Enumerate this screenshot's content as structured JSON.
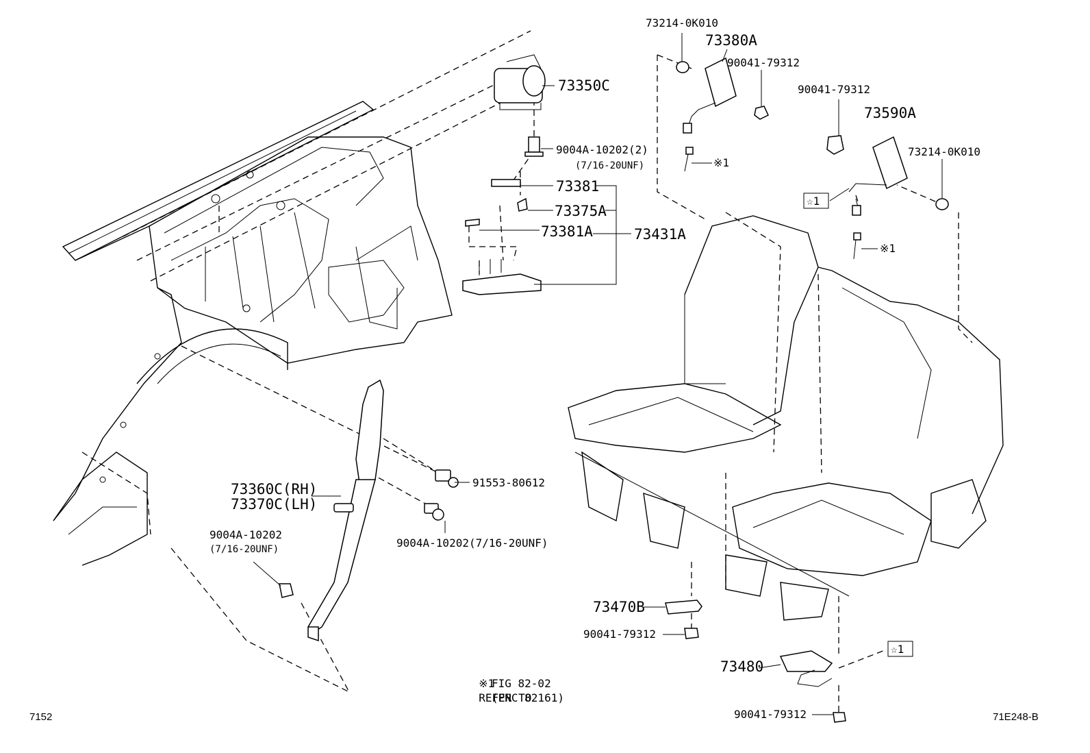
{
  "labels": {
    "p73214_top": "73214-0K010",
    "p73380A": "73380A",
    "p90041_a": "90041-79312",
    "p73350C": "73350C",
    "p9004A_2": "9004A-10202(2)",
    "p716_a": "(7/16-20UNF)",
    "ref1_a": "※1",
    "p90041_b": "90041-79312",
    "p73590A": "73590A",
    "p73214_b": "73214-0K010",
    "star1_a": "☆1",
    "ref1_b": "※1",
    "p73381": "73381",
    "p73375A": "73375A",
    "p73381A": "73381A",
    "p73431A": "73431A",
    "p91553": "91553-80612",
    "p73360C": "73360C(RH)",
    "p73370C": "73370C(LH)",
    "p9004A_l": "9004A-10202",
    "p716_b": "(7/16-20UNF)",
    "p9004A_m": "9004A-10202(7/16-20UNF)",
    "p73470B": "73470B",
    "p90041_c": "90041-79312",
    "star1_b": "☆1",
    "p73480": "73480",
    "p90041_d": "90041-79312"
  },
  "note": {
    "mark": "※1",
    "line1": "REFER TO",
    "line2": "FIG 82-02",
    "line3": "(PNC 82161)"
  },
  "footer": {
    "left": "7152",
    "right": "71E248-B"
  }
}
